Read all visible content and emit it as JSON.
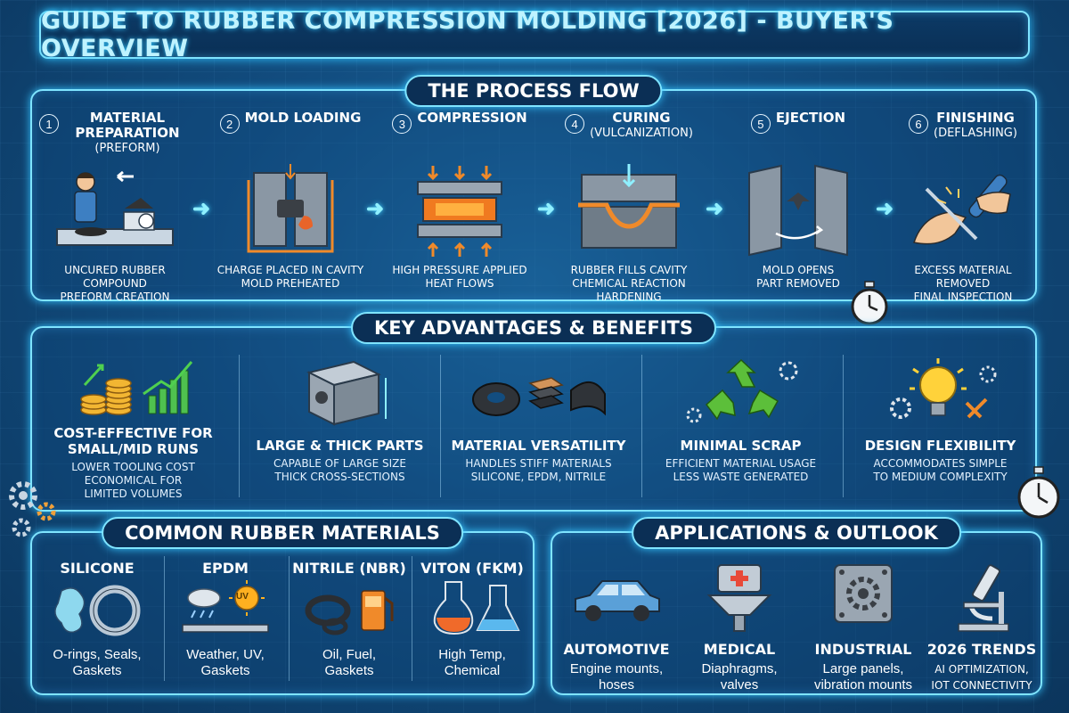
{
  "title": "GUIDE TO RUBBER COMPRESSION MOLDING [2026] - BUYER'S OVERVIEW",
  "process": {
    "heading": "THE PROCESS FLOW",
    "steps": [
      {
        "num": "1",
        "title": "MATERIAL PREPARATION",
        "sub": "(PREFORM)",
        "caption": [
          "UNCURED RUBBER COMPOUND",
          "PREFORM CREATION"
        ]
      },
      {
        "num": "2",
        "title": "MOLD LOADING",
        "sub": "",
        "caption": [
          "CHARGE PLACED IN CAVITY",
          "MOLD PREHEATED"
        ]
      },
      {
        "num": "3",
        "title": "COMPRESSION",
        "sub": "",
        "caption": [
          "HIGH PRESSURE APPLIED",
          "HEAT FLOWS"
        ]
      },
      {
        "num": "4",
        "title": "CURING",
        "sub": "(VULCANIZATION)",
        "caption": [
          "RUBBER FILLS CAVITY",
          "CHEMICAL REACTION",
          "HARDENING"
        ]
      },
      {
        "num": "5",
        "title": "EJECTION",
        "sub": "",
        "caption": [
          "MOLD OPENS",
          "PART REMOVED"
        ]
      },
      {
        "num": "6",
        "title": "FINISHING",
        "sub": "(DEFLASHING)",
        "caption": [
          "EXCESS MATERIAL REMOVED",
          "FINAL INSPECTION"
        ]
      }
    ]
  },
  "advantages": {
    "heading": "KEY ADVANTAGES & BENEFITS",
    "items": [
      {
        "title": "COST-EFFECTIVE FOR SMALL/MID RUNS",
        "desc": [
          "LOWER TOOLING COST",
          "ECONOMICAL FOR",
          "LIMITED VOLUMES"
        ],
        "icon": "coins-chart-icon"
      },
      {
        "title": "LARGE & THICK PARTS",
        "desc": [
          "CAPABLE OF LARGE SIZE",
          "THICK CROSS-SECTIONS"
        ],
        "icon": "block-part-icon"
      },
      {
        "title": "MATERIAL VERSATILITY",
        "desc": [
          "HANDLES STIFF MATERIALS",
          "SILICONE, EPDM, NITRILE"
        ],
        "icon": "material-samples-icon"
      },
      {
        "title": "MINIMAL SCRAP",
        "desc": [
          "EFFICIENT MATERIAL USAGE",
          "LESS WASTE GENERATED"
        ],
        "icon": "recycle-icon"
      },
      {
        "title": "DESIGN FLEXIBILITY",
        "desc": [
          "ACCOMMODATES SIMPLE",
          "TO MEDIUM COMPLEXITY"
        ],
        "icon": "lightbulb-icon"
      }
    ]
  },
  "materials": {
    "heading": "COMMON RUBBER MATERIALS",
    "items": [
      {
        "title": "SILICONE",
        "desc": [
          "O-rings, Seals,",
          "Gaskets"
        ]
      },
      {
        "title": "EPDM",
        "desc": [
          "Weather, UV,",
          "Gaskets"
        ],
        "badge": "UV"
      },
      {
        "title": "NITRILE (NBR)",
        "desc": [
          "Oil, Fuel,",
          "Gaskets"
        ]
      },
      {
        "title": "VITON (FKM)",
        "desc": [
          "High Temp,",
          "Chemical"
        ]
      }
    ]
  },
  "applications": {
    "heading": "APPLICATIONS & OUTLOOK",
    "items": [
      {
        "title": "AUTOMOTIVE",
        "desc": [
          "Engine mounts,",
          "hoses"
        ]
      },
      {
        "title": "MEDICAL",
        "desc": [
          "Diaphragms,",
          "valves"
        ]
      },
      {
        "title": "INDUSTRIAL",
        "desc": [
          "Large panels,",
          "vibration mounts"
        ]
      },
      {
        "title": "2026 TRENDS",
        "desc": [
          "AI OPTIMIZATION,",
          "IOT CONNECTIVITY"
        ]
      }
    ]
  },
  "colors": {
    "accent": "#7fe4ff",
    "background": "#124d80",
    "orange": "#f08a2a"
  }
}
